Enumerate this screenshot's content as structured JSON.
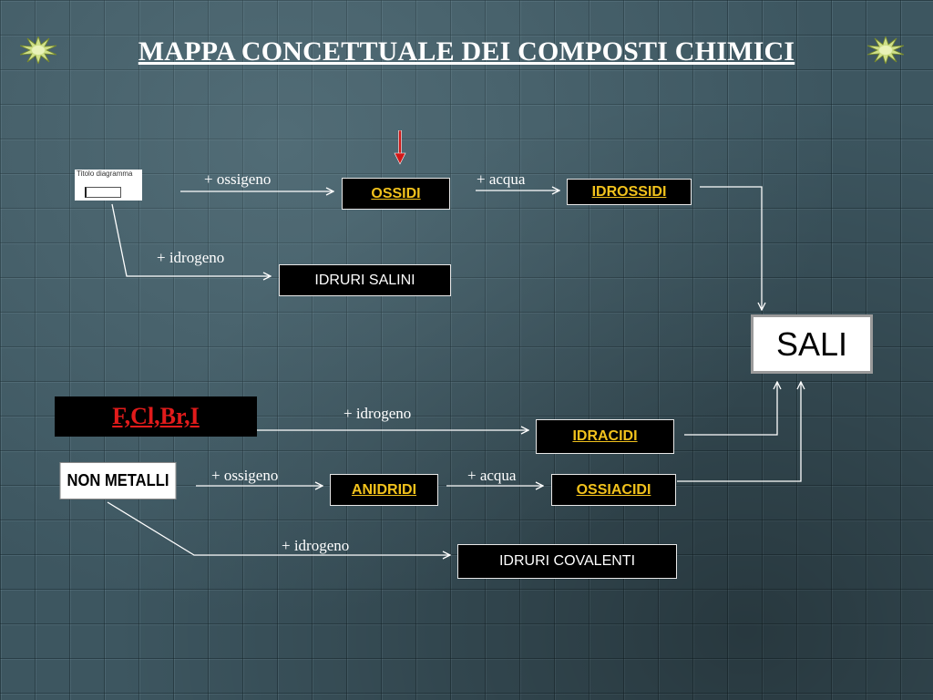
{
  "title": "MAPPA CONCETTUALE DEI COMPOSTI CHIMICI",
  "placeholder": {
    "label": "Titolo diagramma"
  },
  "nodes": {
    "ossidi": "OSSIDI",
    "idrossidi": "IDROSSIDI",
    "idruri_salini": "IDRURI SALINI",
    "sali": "SALI",
    "halogens": "F,Cl,Br,I",
    "idracidi": "IDRACIDI",
    "non_metalli": "NON METALLI",
    "anidridi": "ANIDRIDI",
    "ossiacidi": "OSSIACIDI",
    "idruri_covalenti": "IDRURI COVALENTI"
  },
  "edge_labels": {
    "ossigeno_top": "+ ossigeno",
    "acqua_top": "+ acqua",
    "idrogeno_top": "+ idrogeno",
    "idrogeno_halogens": "+ idrogeno",
    "ossigeno_bottom": "+ ossigeno",
    "acqua_bottom": "+ acqua",
    "idrogeno_bottom": "+ idrogeno"
  },
  "colors": {
    "background": "#3d5660",
    "gold_text": "#f2c21c",
    "halogen_red": "#e11b1b",
    "marker_arrow": "#d01818"
  },
  "icons": [
    "star-burst-icon",
    "star-burst-icon",
    "red-down-arrow-icon"
  ]
}
